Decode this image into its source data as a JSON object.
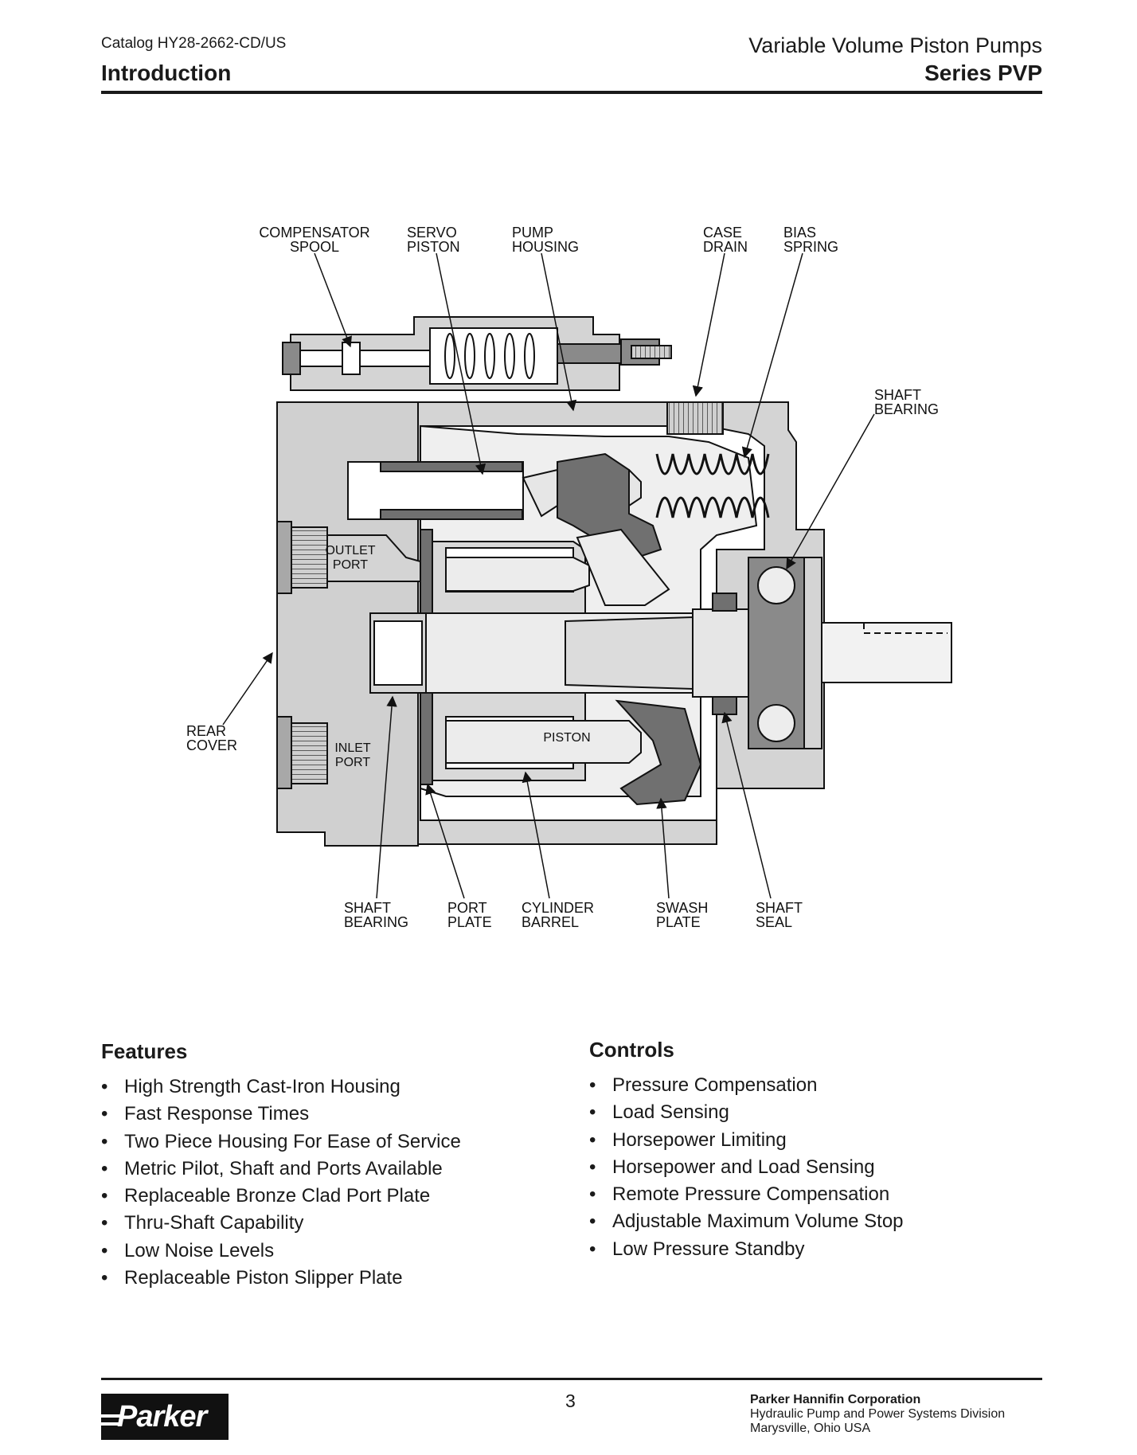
{
  "header": {
    "catalog": "Catalog HY28-2662-CD/US",
    "section": "Introduction",
    "product": "Variable Volume Piston Pumps",
    "series": "Series PVP"
  },
  "diagram": {
    "labels": {
      "compensator_spool": [
        "COMPENSATOR",
        "SPOOL"
      ],
      "servo_piston": [
        "SERVO",
        "PISTON"
      ],
      "pump_housing": [
        "PUMP",
        "HOUSING"
      ],
      "case_drain": [
        "CASE",
        "DRAIN"
      ],
      "bias_spring": [
        "BIAS",
        "SPRING"
      ],
      "shaft_bearing_top": [
        "SHAFT",
        "BEARING"
      ],
      "outlet_port": [
        "OUTLET",
        "PORT"
      ],
      "rear_cover": [
        "REAR",
        "COVER"
      ],
      "inlet_port": [
        "INLET",
        "PORT"
      ],
      "piston": "PISTON",
      "shaft_bearing_bottom": [
        "SHAFT",
        "BEARING"
      ],
      "port_plate": [
        "PORT",
        "PLATE"
      ],
      "cylinder_barrel": [
        "CYLINDER",
        "BARREL"
      ],
      "swash_plate": [
        "SWASH",
        "PLATE"
      ],
      "shaft_seal": [
        "SHAFT",
        "SEAL"
      ]
    }
  },
  "features": {
    "title": "Features",
    "items": [
      "High Strength Cast-Iron Housing",
      "Fast Response Times",
      "Two Piece Housing For Ease of Service",
      "Metric Pilot, Shaft and Ports Available",
      "Replaceable Bronze Clad Port Plate",
      "Thru-Shaft Capability",
      "Low Noise Levels",
      "Replaceable Piston Slipper Plate"
    ]
  },
  "controls": {
    "title": "Controls",
    "items": [
      "Pressure Compensation",
      "Load Sensing",
      "Horsepower Limiting",
      "Horsepower and Load Sensing",
      "Remote Pressure Compensation",
      "Adjustable Maximum Volume Stop",
      "Low Pressure Standby"
    ]
  },
  "footer": {
    "page_number": "3",
    "company": "Parker Hannifin Corporation",
    "division": "Hydraulic Pump and Power Systems Division",
    "location": "Marysville, Ohio USA",
    "logo_text": "Parker"
  },
  "colors": {
    "housing_gray": "#d4d4d4",
    "dark_gray": "#6e6e6e",
    "ink": "#1a1a1a"
  }
}
